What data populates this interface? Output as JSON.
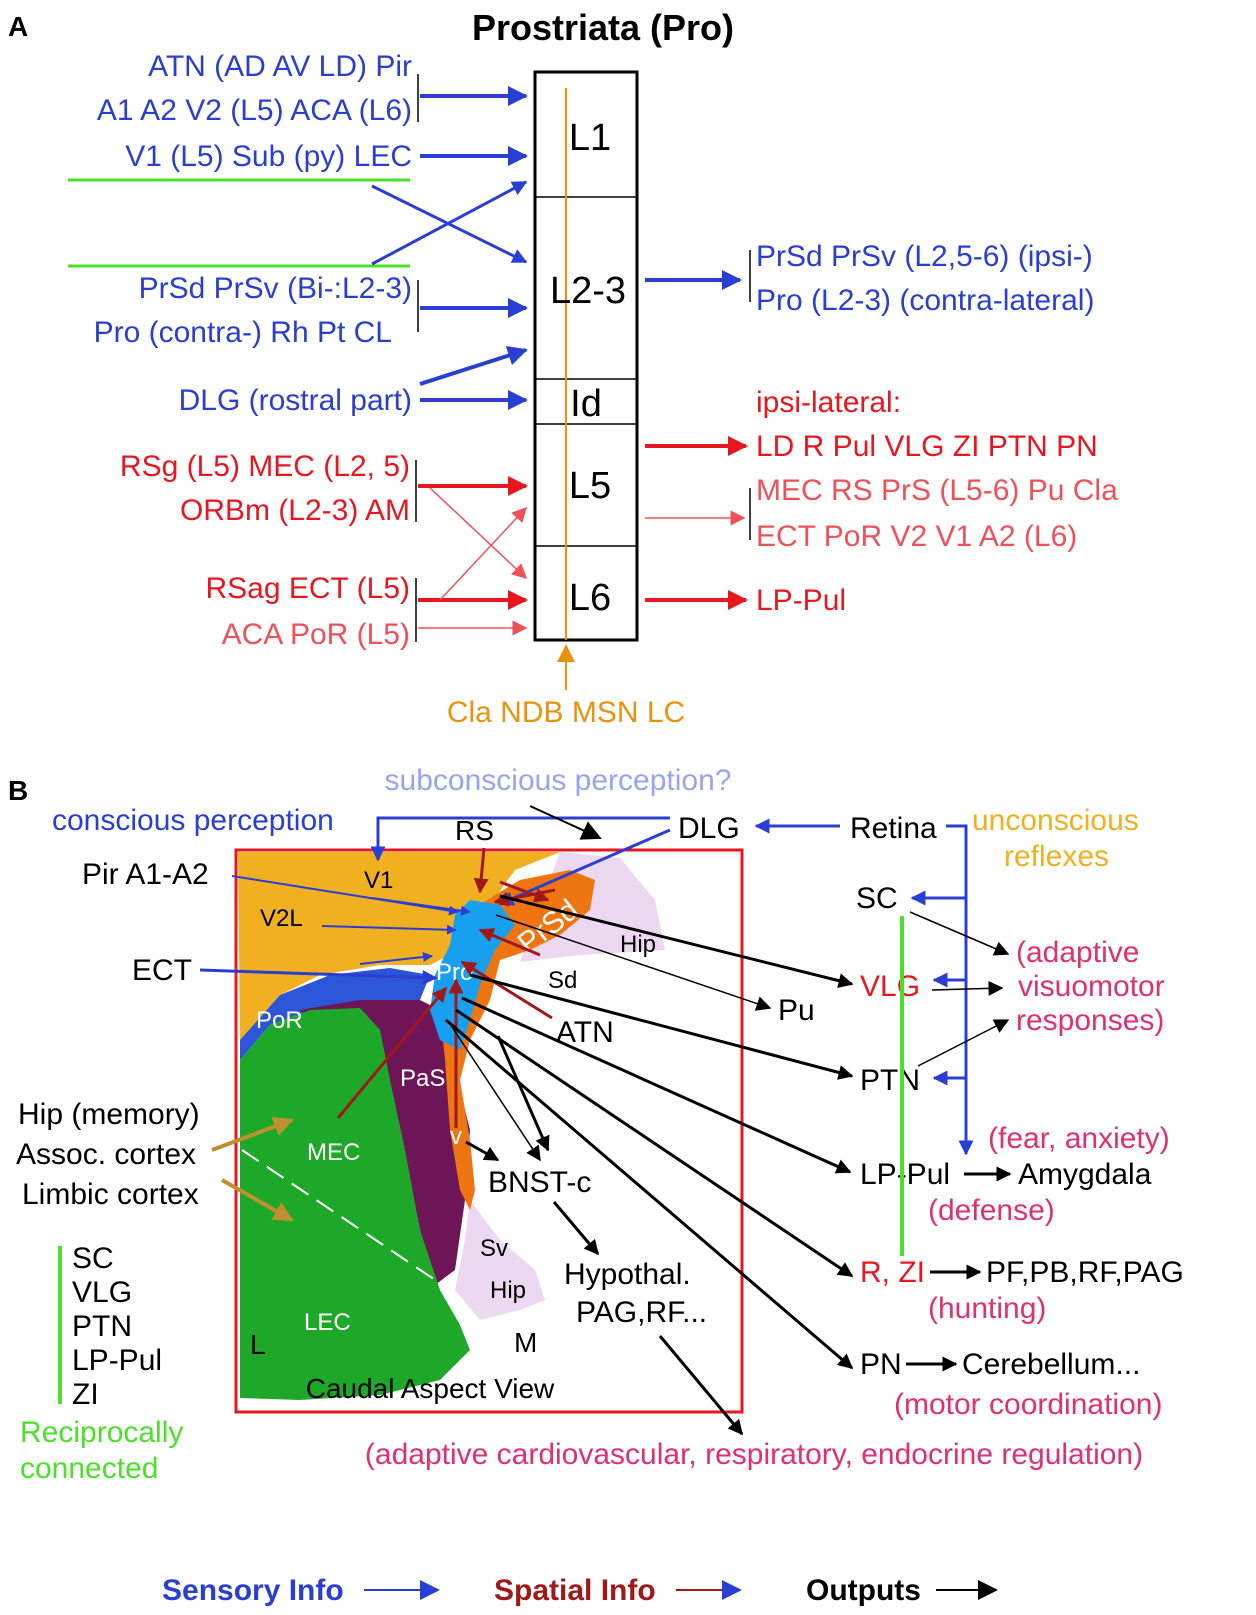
{
  "panel_a": {
    "letter": "A",
    "title": "Prostriata (Pro)",
    "layers": [
      "L1",
      "L2-3",
      "Id",
      "L5",
      "L6"
    ],
    "inputs": {
      "atn": "ATN (AD AV LD) Pir",
      "a1a2": "A1 A2 V2 (L5) ACA (L6)",
      "v1sub": "V1 (L5) Sub (py) LEC",
      "prsd": "PrSd PrSv (Bi-:L2-3)",
      "procontra": "Pro (contra-) Rh Pt CL",
      "dlg": "DLG (rostral part)",
      "rsg": "RSg (L5) MEC (L2, 5)",
      "orbm": "ORBm (L2-3) AM",
      "rsag": "RSag ECT (L5)",
      "acapor": "ACA PoR (L5)",
      "bottom": "Cla NDB MSN LC"
    },
    "outputs": {
      "prsd_out": "PrSd PrSv (L2,5-6) (ipsi-)",
      "pro_out": "Pro (L2-3) (contra-lateral)",
      "ipsi_title": "ipsi-lateral:",
      "ld_list": "LD R Pul VLG ZI PTN PN",
      "mec_list": "MEC RS PrS (L5-6) Pu Cla",
      "ect_list": "ECT PoR V2 V1 A2 (L6)",
      "lp_pul": "LP-Pul"
    }
  },
  "panel_b": {
    "letter": "B",
    "subconscious": "subconscious perception?",
    "conscious": "conscious perception",
    "dlg": "DLG",
    "retina": "Retina",
    "unconscious_1": "unconscious",
    "unconscious_2": "reflexes",
    "rs": "RS",
    "v1": "V1",
    "v2l": "V2L",
    "pir": "Pir A1-A2",
    "ect": "ECT",
    "pro": "Pro",
    "prsd": "PrSd",
    "sd": "Sd",
    "hip_top": "Hip",
    "por": "PoR",
    "pas": "PaS",
    "mec": "MEC",
    "v": "v",
    "atn": "ATN",
    "pu": "Pu",
    "sc": "SC",
    "vlg": "VLG",
    "ptn": "PTN",
    "adaptive_1": "(adaptive",
    "adaptive_2": "visuomotor",
    "adaptive_3": "responses)",
    "fear": "(fear, anxiety)",
    "lp_pul": "LP-Pul",
    "amygdala": "Amygdala",
    "defense": "(defense)",
    "rzi": "R, ZI",
    "pf_list": "PF,PB,RF,PAG",
    "hunting": "(hunting)",
    "pn": "PN",
    "cerebellum": "Cerebellum...",
    "motor": "(motor coordination)",
    "bnst": "BNST-c",
    "hypothal": "Hypothal.",
    "pag": "PAG,RF...",
    "sv": "Sv",
    "hip_bottom": "Hip",
    "lec": "LEC",
    "l": "L",
    "m": "M",
    "caudal": "Caudal Aspect View",
    "hip_memory": "Hip (memory)",
    "assoc": "Assoc. cortex",
    "limbic": "Limbic cortex",
    "recip_items": [
      "SC",
      "VLG",
      "PTN",
      "LP-Pul",
      "ZI"
    ],
    "recip_1": "Reciprocally",
    "recip_2": "connected",
    "cardio": "(adaptive cardiovascular, respiratory, endocrine regulation)"
  },
  "legend": {
    "sensory": "Sensory Info",
    "spatial": "Spatial Info",
    "outputs": "Outputs"
  },
  "colors": {
    "blue": "#2a3ed4",
    "red": "#e8161f",
    "salmon": "#f0505a",
    "orange": "#e8920e",
    "green": "#4ce02a",
    "pink": "#e0306e",
    "lavender": "#9aa3f0",
    "gold": "#f0b020",
    "darkred": "#a01818"
  }
}
